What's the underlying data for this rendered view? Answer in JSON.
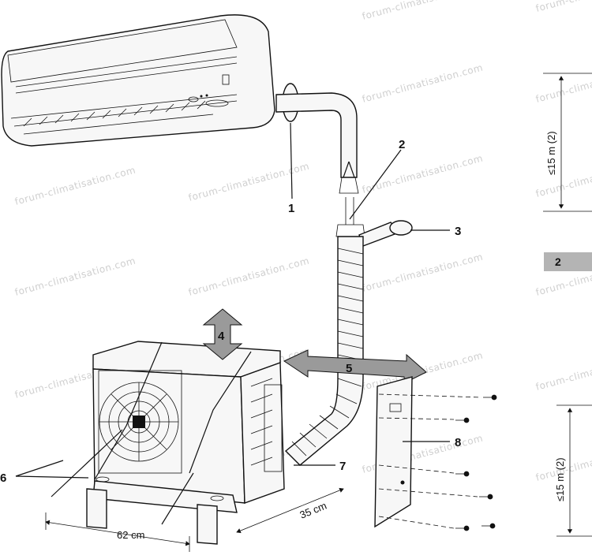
{
  "watermark": "forum-climatisation.com",
  "callouts": {
    "c1": "1",
    "c2": "2",
    "c3": "3",
    "c4": "4",
    "c5": "5",
    "c6": "6",
    "c7": "7",
    "c8": "8"
  },
  "dimensions": {
    "width_62": "62 cm",
    "depth_35": "35 cm",
    "height_top": "≤15 m (2)",
    "height_bottom": "≤15 m (2)"
  },
  "side_tab": "2"
}
